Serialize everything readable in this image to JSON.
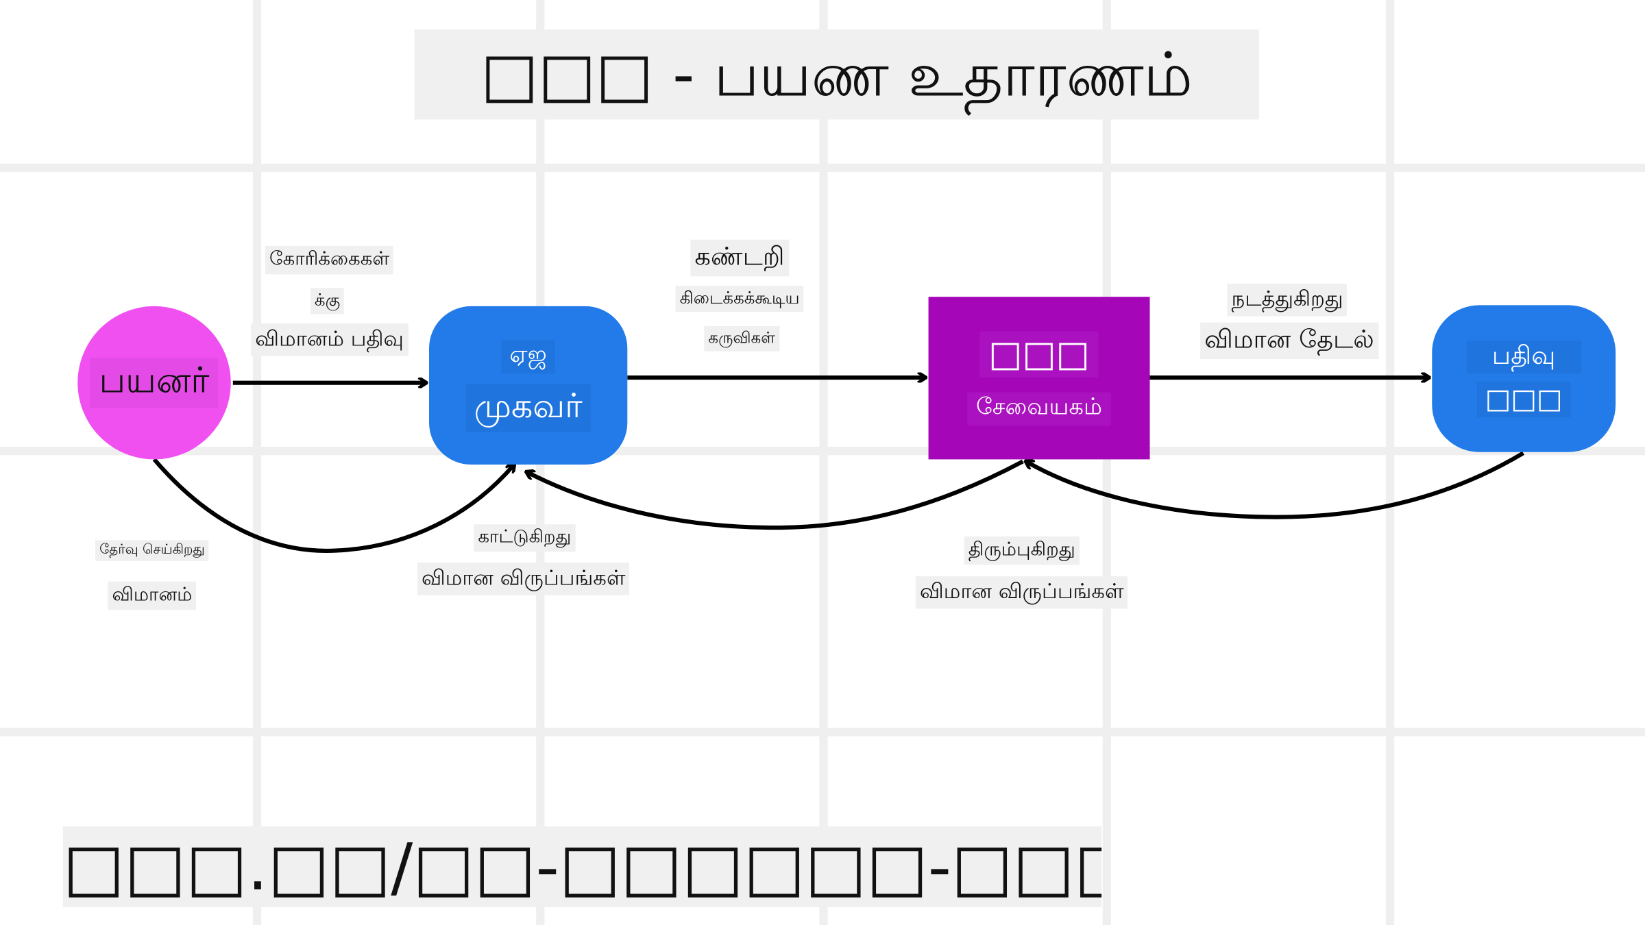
{
  "title": "□□□ - பயண உதாரணம்",
  "footer_link": "□□□.□□/□□-□□□□□□-□□□□□□□□□",
  "nodes": {
    "traveler": {
      "label": "பயனர்",
      "color": "#f050f0"
    },
    "agent": {
      "line1": "ஏஜ",
      "line2": "முகவர்",
      "color": "#227be8"
    },
    "server": {
      "line1": "□□□",
      "line2": "சேவையகம்",
      "color": "#a406b8"
    },
    "booking": {
      "line1": "பதிவு",
      "line2": "□□□",
      "color": "#227be8"
    }
  },
  "edges": {
    "traveler_to_agent": [
      "கோரிக்கைகள்",
      "க்கு",
      "விமானம் பதிவு"
    ],
    "agent_to_server": [
      "கண்டறி",
      "கிடைக்கக்கூடிய",
      "கருவிகள்"
    ],
    "server_to_booking": [
      "நடத்துகிறது",
      "விமான தேடல்"
    ],
    "traveler_selects": [
      "தேர்வு செய்கிறது",
      "விமானம்"
    ],
    "agent_shows": [
      "காட்டுகிறது",
      "விமான விருப்பங்கள்"
    ],
    "booking_returns": [
      "திரும்புகிறது",
      "விமான விருப்பங்கள்"
    ]
  }
}
